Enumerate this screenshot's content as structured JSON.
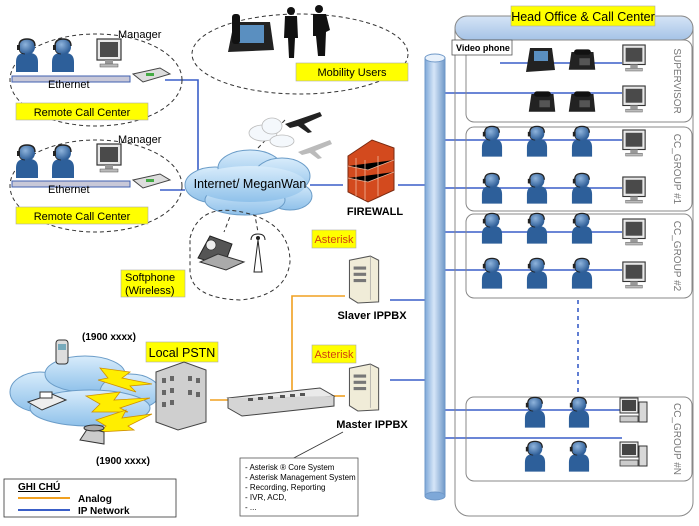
{
  "labels": {
    "manager_1": "Manager",
    "manager_2": "Manager",
    "ethernet_1": "Ethernet",
    "ethernet_2": "Ethernet",
    "remote_cc_1": "Remote Call Center",
    "remote_cc_2": "Remote Call Center",
    "mobility_users": "Mobility Users",
    "internet": "Internet/ MeganWan",
    "firewall": "FIREWALL",
    "softphone_1": "Softphone",
    "softphone_2": "(Wireless)",
    "asterisk_1": "Asterisk",
    "asterisk_2": "Asterisk",
    "slaver_ippbx": "Slaver IPPBX",
    "master_ippbx": "Master IPPBX",
    "local_pstn": "Local PSTN",
    "phone_num_1": "(1900 xxxx)",
    "phone_num_2": "(1900 xxxx)",
    "head_office": "Head Office & Call Center",
    "video_phone": "Video phone",
    "group_supervisor": "SUPERVISOR",
    "group_cc1": "CC_GROUP #1",
    "group_cc2": "CC_GROUP #2",
    "group_ccn": "CC_GROUP #N"
  },
  "features": [
    "- Asterisk ® Core System",
    "- Asterisk Management System",
    "- Recording, Reporting",
    "- IVR, ACD,",
    "- ..."
  ],
  "legend": {
    "title": "GHI CHÚ",
    "analog": "Analog",
    "ip": "IP Network"
  },
  "colors": {
    "label_fill": "#ffff00",
    "analog_line": "#f0a020",
    "ip_line": "#3a5fc8",
    "backbone": "#a9c9ec"
  }
}
